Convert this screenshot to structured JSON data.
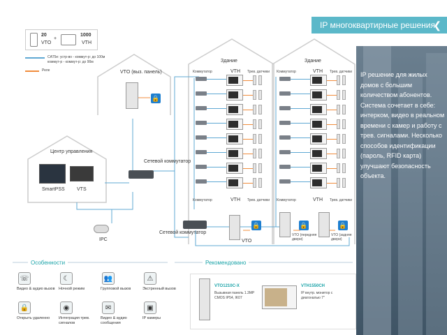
{
  "header": {
    "title": "IP многоквартирные решения",
    "chevron_icon": "chevron-left-icon"
  },
  "legend": {
    "vto_count": "20",
    "vto_label": "VTO",
    "plus": "+",
    "vth_count": "1000",
    "vth_label": "VTH",
    "cable_text_1": "CAT5e: устр-во - коммут-р: до 100м",
    "cable_text_2": "коммут-р - коммут-р: до 90м",
    "power_text": "Реле"
  },
  "left_house": {
    "vto_label": "VTO (выз. панель)"
  },
  "control_center": {
    "title": "Центр управления",
    "smartpss": "SmartPSS",
    "vts": "VTS"
  },
  "switches": {
    "main": "Сетевой коммутатор",
    "bottom": "Сетевой коммутатор"
  },
  "ipc_label": "IPC",
  "building1": {
    "title": "Здание",
    "col_switch": "Коммутатор",
    "col_vth": "VTH",
    "col_alarm": "Трев. датчики",
    "bottom_switch": "Коммутатор",
    "bottom_vth": "VTH",
    "bottom_alarm": "Трев. датчики",
    "vto_label": "VTO"
  },
  "building2": {
    "title": "Здание",
    "col_switch": "Коммутатор",
    "col_vth": "VTH",
    "col_alarm": "Трев. датчики",
    "bottom_switch": "Коммутатор",
    "bottom_vth": "VTH",
    "bottom_alarm": "Трев. датчики",
    "vto_front": "VTO (передняя двери)",
    "vto_back": "VTO (задняя двери)"
  },
  "right_text": "IP решение для жилых домов с большим количеством абонентов. Система сочетает в себе: интерком, видео в реальном времени с камер и работу с трев. сигналами. Несколько способов идентификации (пароль, RFID карта) улучшают безопасность объекта.",
  "features_title": "Особенности",
  "features": [
    {
      "icon": "phone-icon",
      "label": "Видео & аудио вызов"
    },
    {
      "icon": "moon-icon",
      "label": "Ночной режим"
    },
    {
      "icon": "group-icon",
      "label": "Групповой вызов"
    },
    {
      "icon": "alarm-light-icon",
      "label": "Экстренный вызов"
    },
    {
      "icon": "lock-icon",
      "label": "Открыть удаленно"
    },
    {
      "icon": "alarm-sensor-icon",
      "label": "Интеграция трев. сигналов"
    },
    {
      "icon": "message-icon",
      "label": "Видео & аудио сообщения"
    },
    {
      "icon": "camera-icon",
      "label": "IP камеры"
    }
  ],
  "recommended_title": "Рекомендовано",
  "products": [
    {
      "model": "VTO1210C-X",
      "desc": "Вызывная панель 1.3MP CMOS IP54, IK07"
    },
    {
      "model": "VTH1550CH",
      "desc": "IP внутр. монитор с диагональю 7\""
    }
  ]
}
